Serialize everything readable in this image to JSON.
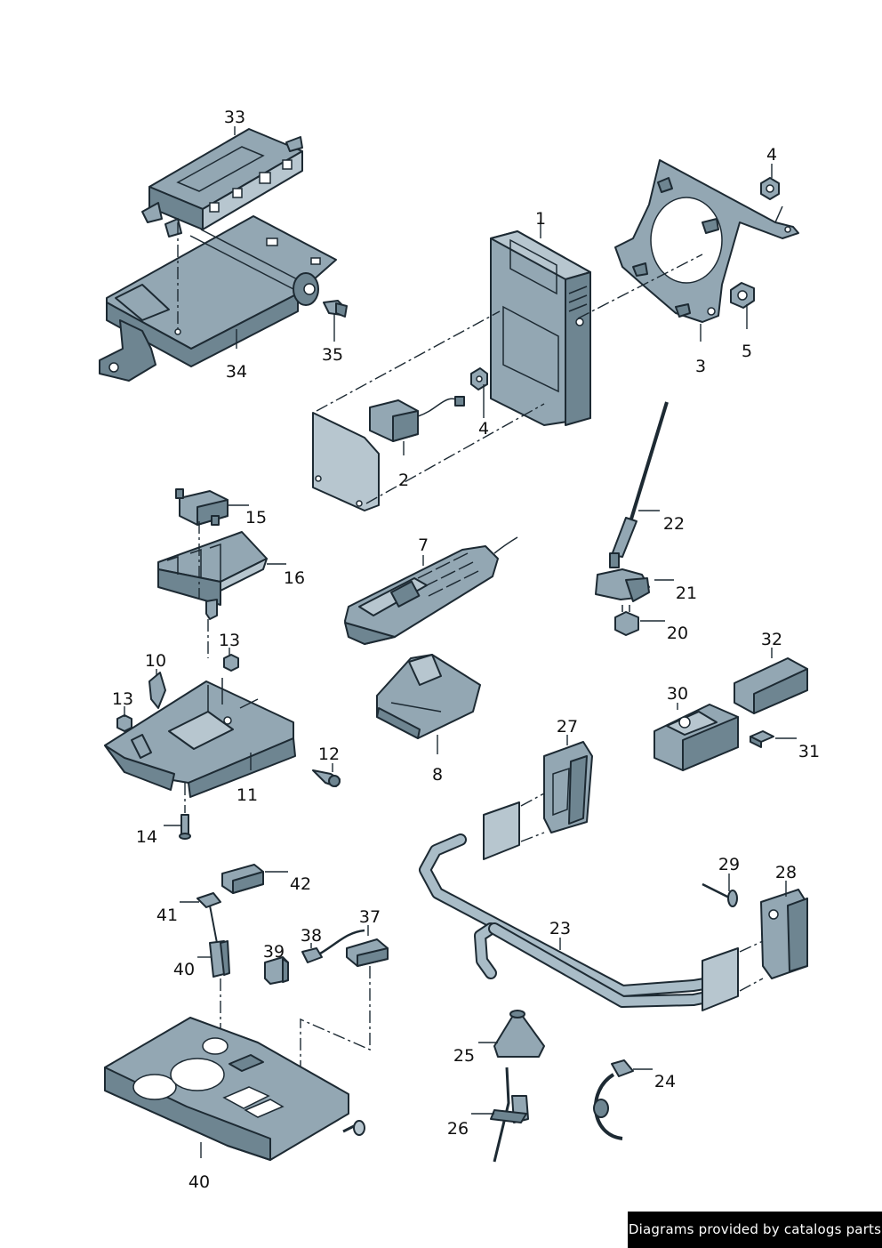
{
  "diagram": {
    "callouts": [
      "33",
      "4",
      "1",
      "34",
      "35",
      "3",
      "5",
      "4",
      "2",
      "22",
      "15",
      "16",
      "7",
      "21",
      "20",
      "13",
      "10",
      "13",
      "32",
      "30",
      "31",
      "12",
      "11",
      "8",
      "27",
      "14",
      "29",
      "28",
      "42",
      "41",
      "37",
      "38",
      "39",
      "23",
      "40",
      "25",
      "24",
      "26",
      "40"
    ]
  },
  "credit": {
    "text": "Diagrams provided by catalogs parts"
  },
  "colors": {
    "part_fill": "#93a7b3",
    "outline": "#1d2a33"
  }
}
